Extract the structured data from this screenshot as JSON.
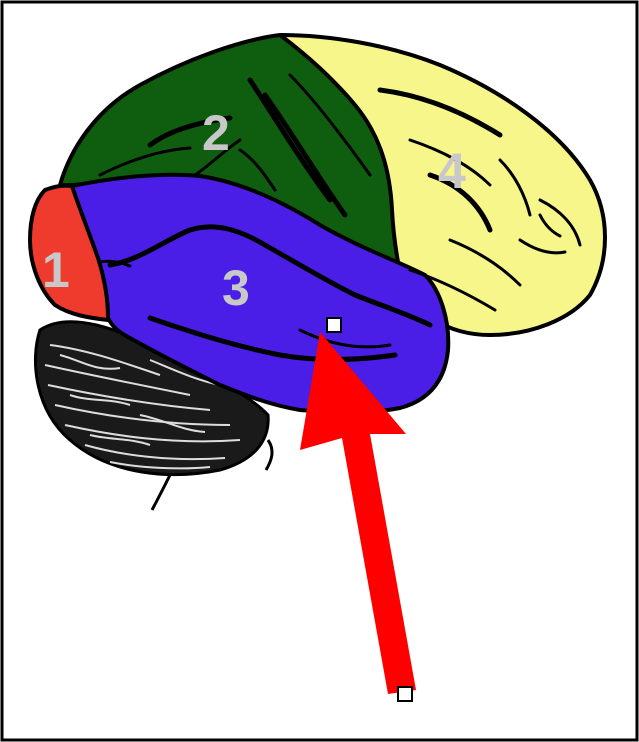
{
  "diagram": {
    "labels": {
      "lobe_1": "1",
      "lobe_2": "2",
      "lobe_3": "3",
      "lobe_4": "4"
    },
    "colors": {
      "frame": "#000000",
      "background": "#ffffff",
      "lobe_1": "#ee3b2e",
      "lobe_2": "#0f5e0f",
      "lobe_3": "#4a1ee6",
      "lobe_4": "#f6f68a",
      "cerebellum": "#000000",
      "arrow": "#ff0000",
      "label_text": "#c8c8c8"
    },
    "icons": {
      "arrow": "red-arrow-icon",
      "handle": "selection-handle-icon"
    }
  }
}
